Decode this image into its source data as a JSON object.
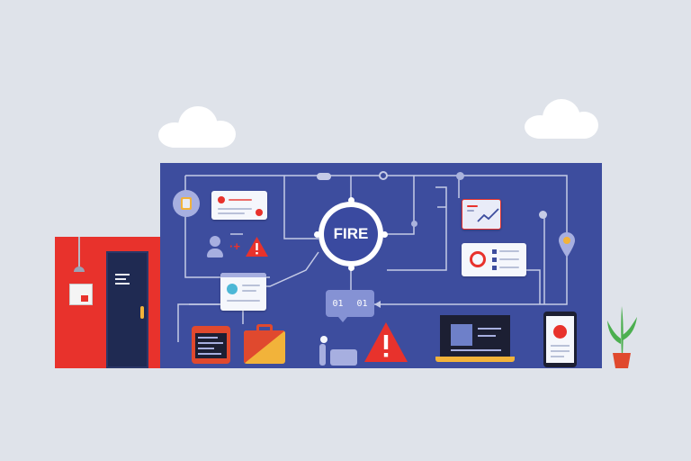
{
  "illustration": {
    "hub_label": "FIRE",
    "binary_left": "01",
    "binary_right": "01"
  },
  "colors": {
    "background": "#dfe3ea",
    "panel": "#3d4d9e",
    "building": "#e8322c",
    "door": "#1f2a52",
    "accent_yellow": "#f2b33a",
    "warning": "#e8322c",
    "wire": "#c5cbe6"
  },
  "icons": [
    "cloud-icon",
    "building-icon",
    "door-icon",
    "lamp-icon",
    "sign-icon",
    "fire-hub-icon",
    "user-icon",
    "warning-icon",
    "document-card-icon",
    "chart-card-icon",
    "checklist-card-icon",
    "location-pin-icon",
    "control-panel-icon",
    "toolbox-icon",
    "extinguisher-icon",
    "laptop-icon",
    "smartphone-icon",
    "plant-icon"
  ]
}
